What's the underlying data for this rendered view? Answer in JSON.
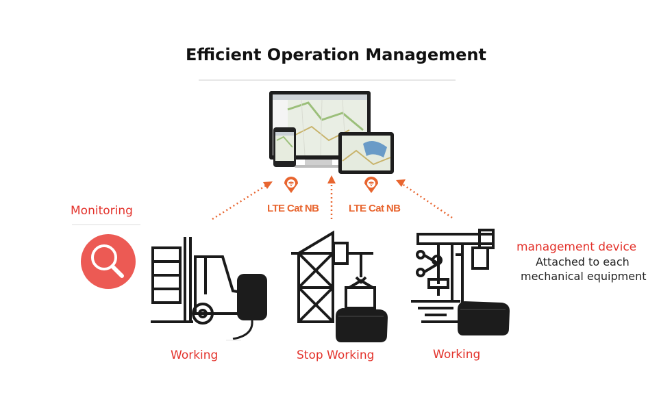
{
  "title": "Efficient Operation Management",
  "monitoring_label": "Monitoring",
  "network_badges": [
    {
      "label": "LTE Cat NB",
      "icon": "wifi-pin-icon"
    },
    {
      "label": "LTE Cat NB",
      "icon": "wifi-pin-icon"
    }
  ],
  "equipment": [
    {
      "name": "forklift",
      "status": "Working"
    },
    {
      "name": "crane",
      "status": "Stop Working"
    },
    {
      "name": "drill-press",
      "status": "Working"
    }
  ],
  "device_note": {
    "heading": "management device",
    "line1": "Attached to each",
    "line2": "mechanical equipment"
  },
  "colors": {
    "accent_red": "#e3322b",
    "lte_orange": "#e8652f",
    "monitor_circle": "#ec5a54",
    "device_black": "#1c1c1c"
  }
}
